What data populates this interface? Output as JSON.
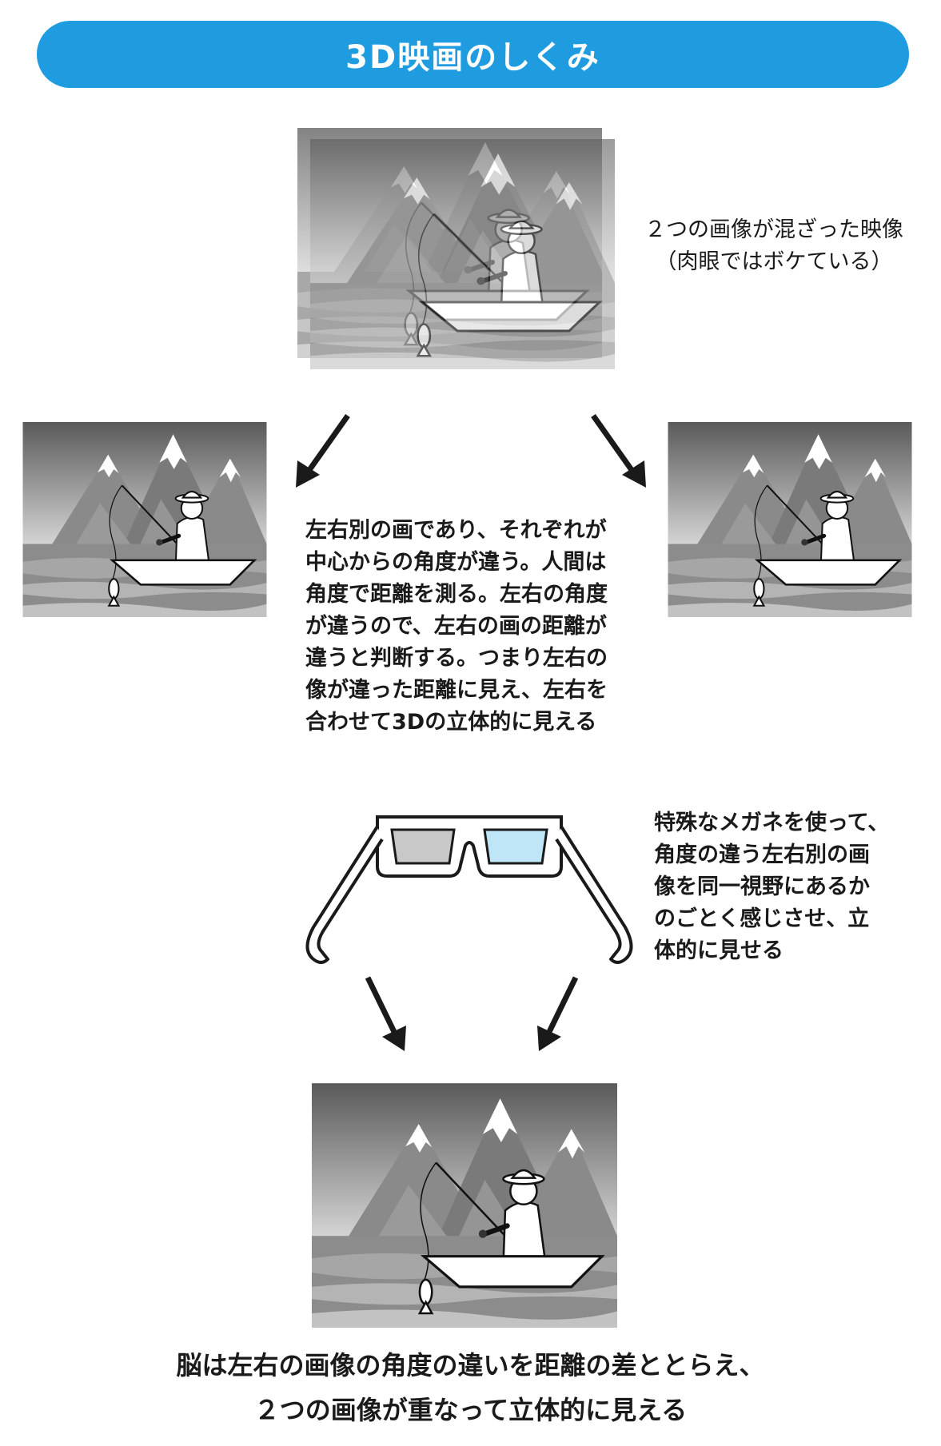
{
  "title": "3D映画のしくみ",
  "blend_caption": [
    "２つの画像が混ざった映像",
    "（肉眼ではボケている）"
  ],
  "center_caption": [
    "左右別の画であり、それぞれが",
    "中心からの角度が違う。人間は",
    "角度で距離を測る。左右の角度",
    "が違うので、左右の画の距離が",
    "違うと判断する。つまり左右の",
    "像が違った距離に見え、左右を",
    "合わせて3Dの立体的に見える"
  ],
  "glasses_caption": [
    "特殊なメガネを使って、",
    "角度の違う左右別の画",
    "像を同一視野にあるか",
    "のごとく感じさせ、立",
    "体的に見せる"
  ],
  "bottom_caption": [
    "脳は左右の画像の角度の違いを距離の差ととらえ、",
    "２つの画像が重なって立体的に見える"
  ],
  "colors": {
    "title_bar": "#1f9be0",
    "lens_left": "#c8c8c8",
    "lens_right": "#bfe6f7",
    "arrow": "#1a1a1a"
  },
  "icons": [
    "mountain-scene",
    "fisherman",
    "boat",
    "fish",
    "3d-glasses",
    "arrow"
  ]
}
